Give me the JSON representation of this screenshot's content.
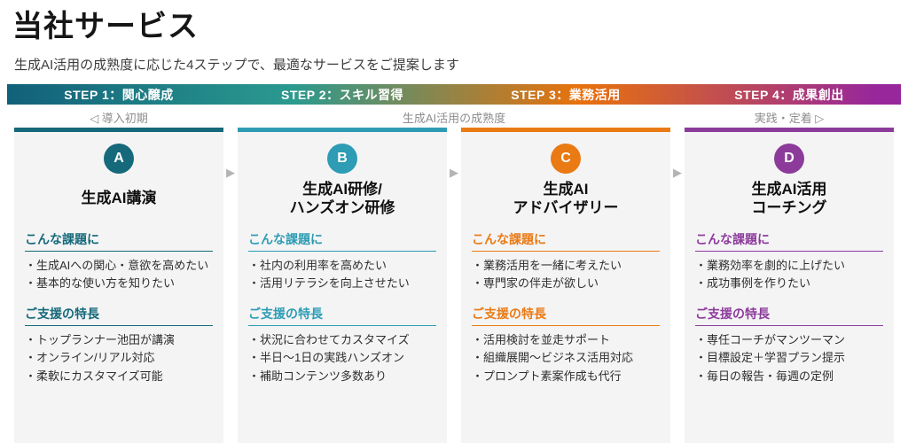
{
  "header": {
    "title": "当社サービス",
    "subtitle": "生成AI活用の成熟度に応じた4ステップで、最適なサービスをご提案します"
  },
  "steps_bar": {
    "gradient": [
      "#12607a",
      "#2b9a8f",
      "#e8720c",
      "#97279b"
    ],
    "steps": [
      "STEP 1：関心醸成",
      "STEP 2：スキル習得",
      "STEP 3：業務活用",
      "STEP 4：成果創出"
    ]
  },
  "maturity_axis": {
    "left": "◁  導入初期",
    "center": "生成AI活用の成熟度",
    "right": "実践・定着  ▷"
  },
  "arrow_icon": "▶",
  "cards": [
    {
      "badge": "A",
      "color": "#15697a",
      "title_lines": [
        "生成AI講演"
      ],
      "sections": [
        {
          "heading": "こんな課題に",
          "items": [
            "・生成AIへの関心・意欲を高めたい",
            "・基本的な使い方を知りたい"
          ]
        },
        {
          "heading": "ご支援の特長",
          "items": [
            "・トップランナー池田が講演",
            "・オンライン/リアル対応",
            "・柔軟にカスタマイズ可能"
          ]
        }
      ]
    },
    {
      "badge": "B",
      "color": "#2d9cb4",
      "title_lines": [
        "生成AI研修/",
        "ハンズオン研修"
      ],
      "sections": [
        {
          "heading": "こんな課題に",
          "items": [
            "・社内の利用率を高めたい",
            "・活用リテラシを向上させたい"
          ]
        },
        {
          "heading": "ご支援の特長",
          "items": [
            "・状況に合わせてカスタマイズ",
            "・半日〜1日の実践ハンズオン",
            "・補助コンテンツ多数あり"
          ]
        }
      ]
    },
    {
      "badge": "C",
      "color": "#ea7a14",
      "title_lines": [
        "生成AI",
        "アドバイザリー"
      ],
      "sections": [
        {
          "heading": "こんな課題に",
          "items": [
            "・業務活用を一緒に考えたい",
            "・専門家の伴走が欲しい"
          ]
        },
        {
          "heading": "ご支援の特長",
          "items": [
            "・活用検討を並走サポート",
            "・組織展開〜ビジネス活用対応",
            "・プロンプト素案作成も代行"
          ]
        }
      ]
    },
    {
      "badge": "D",
      "color": "#8c3b9b",
      "title_lines": [
        "生成AI活用",
        "コーチング"
      ],
      "sections": [
        {
          "heading": "こんな課題に",
          "items": [
            "・業務効率を劇的に上げたい",
            "・成功事例を作りたい"
          ]
        },
        {
          "heading": "ご支援の特長",
          "items": [
            "・専任コーチがマンツーマン",
            "・目標設定＋学習プラン提示",
            "・毎日の報告・毎週の定例"
          ]
        }
      ]
    }
  ]
}
